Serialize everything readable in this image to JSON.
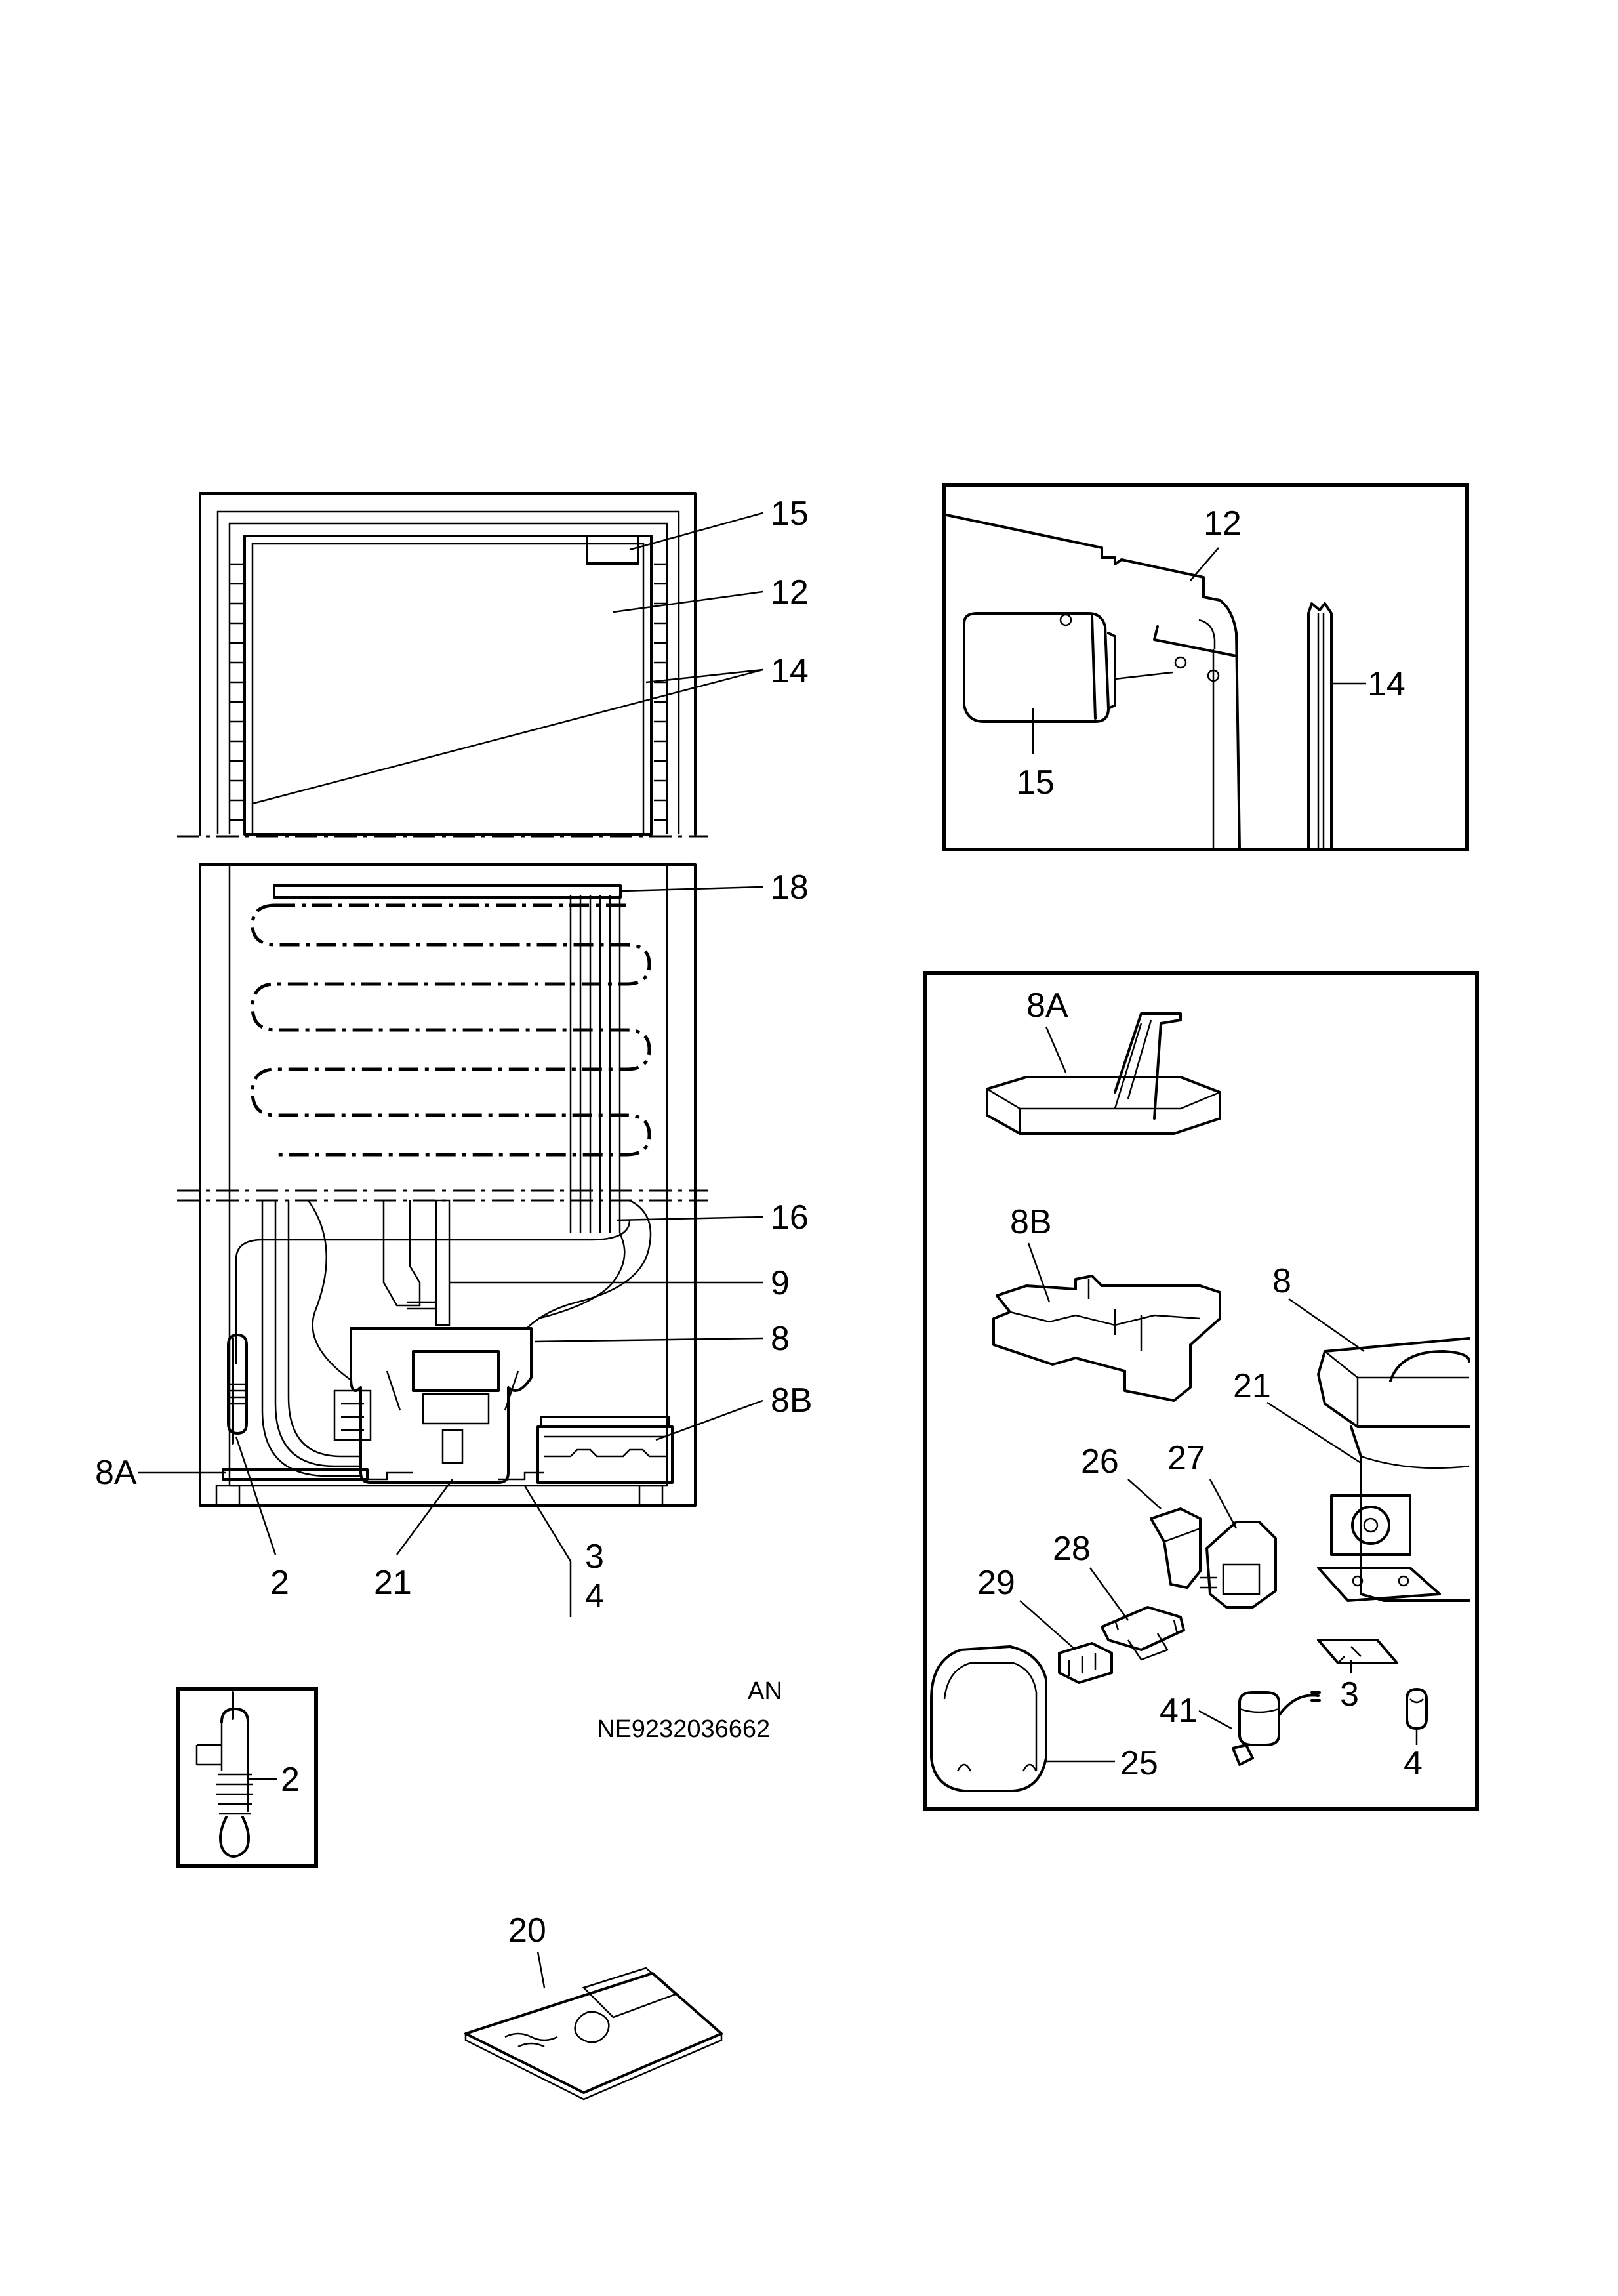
{
  "labels": {
    "main_15": "15",
    "main_12": "12",
    "main_14": "14",
    "main_18": "18",
    "main_16": "16",
    "main_9": "9",
    "main_8": "8",
    "main_8b": "8B",
    "main_8a": "8A",
    "main_2": "2",
    "main_21": "21",
    "main_3": "3",
    "main_4": "4",
    "detail_door_12": "12",
    "detail_door_14": "14",
    "detail_door_15": "15",
    "detail_comp_8a": "8A",
    "detail_comp_8b": "8B",
    "detail_comp_8": "8",
    "detail_comp_21": "21",
    "detail_comp_26": "26",
    "detail_comp_27": "27",
    "detail_comp_28": "28",
    "detail_comp_29": "29",
    "detail_comp_41": "41",
    "detail_comp_3": "3",
    "detail_comp_4": "4",
    "detail_comp_25": "25",
    "detail_thermostat_2": "2",
    "manual_20": "20"
  },
  "code": {
    "variant": "AN",
    "part_number": "NE9232036662"
  }
}
